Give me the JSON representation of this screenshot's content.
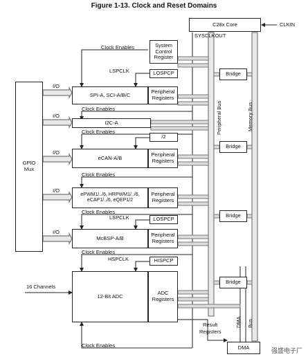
{
  "title": "Figure 1-13. Clock and Reset Domains",
  "core": "C28x Core",
  "clkin": "CLKIN",
  "sysclkout": "SYSCLKOUT",
  "gpio_mux": [
    "GPIO",
    "Mux"
  ],
  "io": "I/O",
  "clock_enables": "Clock Enables",
  "lspclk": "LSPCLK",
  "hspclk": "HSPCLK",
  "losp": "LOSPCP",
  "hisp": "HISPCP",
  "div2": "/2",
  "sys_ctrl": [
    "System",
    "Control",
    "Register"
  ],
  "periph_regs": [
    "Peripheral",
    "Registers"
  ],
  "spi": "SPI-A, SCI-A/B/C",
  "i2c": "I2C-A",
  "ecan": "eCAN-A/B",
  "epwm": [
    "ePWM1/../6, HRPWM1/../6,",
    "eCAP1/../6, eQEP1/2"
  ],
  "mcbsp": "McBSP-A/B",
  "channels": "16 Channels",
  "adc": "12-Bit ADC",
  "adc_regs": [
    "ADC",
    "Registers"
  ],
  "bridge": "Bridge",
  "peripheral_bus": "Peripheral Bus",
  "memory_bus": "Memory Bus",
  "dma_bus": [
    "DMA",
    "Bus"
  ],
  "result_regs": [
    "Result",
    "Registers"
  ],
  "dma": "DMA",
  "watermark": "强盛电子厂"
}
